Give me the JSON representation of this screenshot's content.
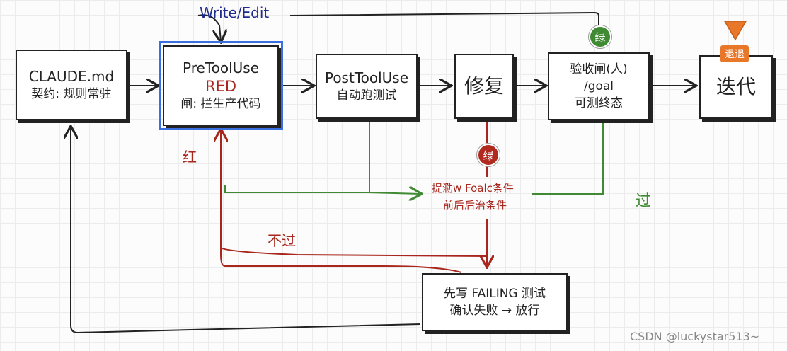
{
  "top_label": "Write/Edit",
  "nodes": {
    "claude": {
      "line1": "CLAUDE.md",
      "line2": "契约: 规则常驻"
    },
    "pre": {
      "line1": "PreToolUse",
      "line2": "RED",
      "line3": "闸: 拦生产代码"
    },
    "post": {
      "line1": "PostToolUse",
      "line2": "自动跑测试"
    },
    "fix": {
      "line1": "修复"
    },
    "gate": {
      "line1": "验收闸(人)",
      "line2": "/goal",
      "line3": "可测终态"
    },
    "iter": {
      "line1": "迭代"
    },
    "fail": {
      "line1": "先写 FAILING 测试",
      "line2": "确认失败 → 放行"
    }
  },
  "badges": {
    "green_top": "绿",
    "red_mid": "绿"
  },
  "tag": "退退",
  "labels": {
    "red": "红",
    "pass": "过",
    "not_pass": "不过"
  },
  "conditions": {
    "line1": "提泐w Foalc条件",
    "line2": "前后后治条件"
  },
  "watermark": "CSDN @luckystar513~",
  "colors": {
    "green": "#3f8a32",
    "red": "#a8261c",
    "blue_sel": "#3a6fe0",
    "ink": "#222222",
    "badge_green": "#3f8a32",
    "badge_red": "#b02a20",
    "tag_orange": "#e8772a",
    "top_label": "#1f2b8f"
  }
}
